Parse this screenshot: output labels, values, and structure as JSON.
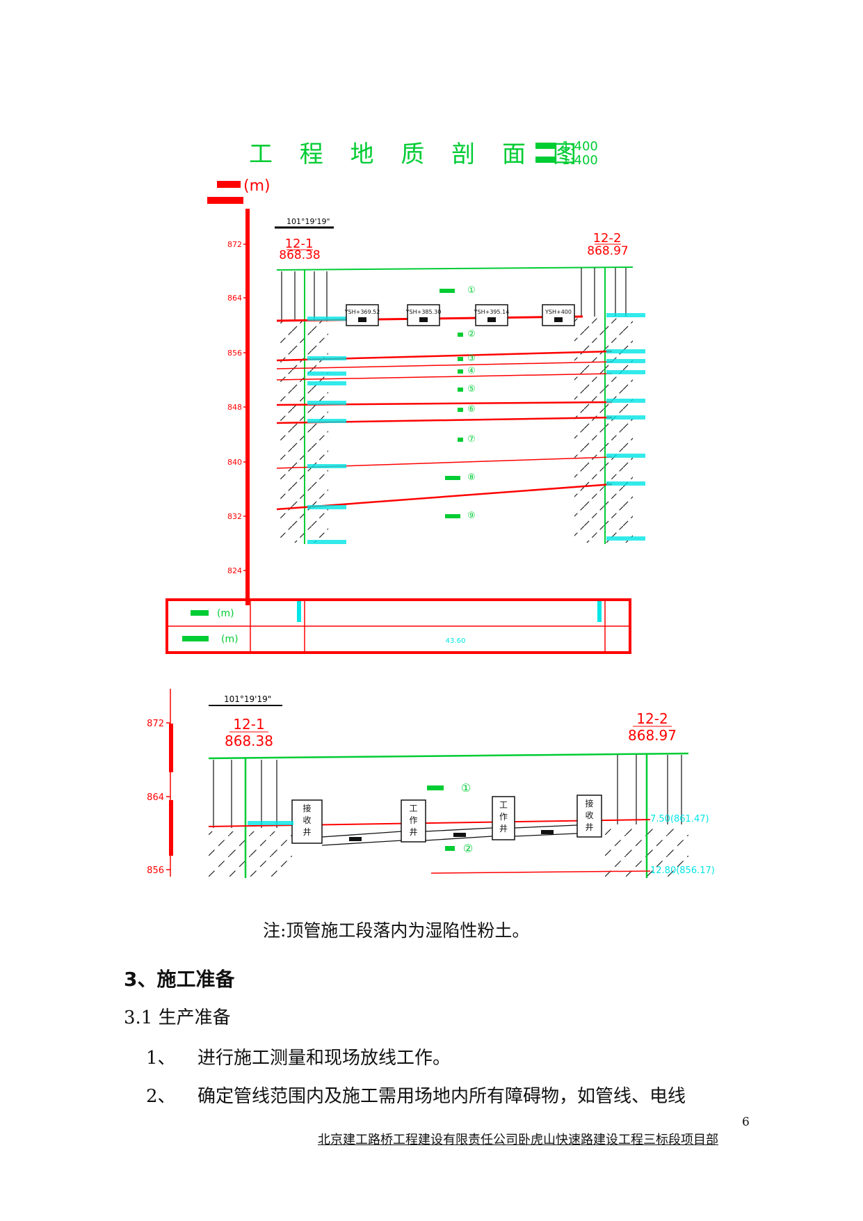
{
  "figure1": {
    "title": "工 程 地 质 剖 面 图",
    "scale_h": "1:400",
    "scale_v": "1:400",
    "elev_label": "(m)",
    "angle": "101°19'19\"",
    "bh_left_id": "12-1",
    "bh_left_elev": "868.38",
    "bh_right_id": "12-2",
    "bh_right_elev": "868.97",
    "axis_ticks": [
      "872",
      "864",
      "856",
      "848",
      "840",
      "832",
      "824"
    ],
    "pits": [
      "YSH+369.52",
      "YSH+385.30",
      "YSH+395.14",
      "YSH+400"
    ],
    "layers": [
      "①",
      "②",
      "③",
      "④",
      "⑤",
      "⑥",
      "⑦",
      "⑧",
      "⑨"
    ],
    "table_row1": "(m)",
    "table_row2": "(m)",
    "table_dist": "43.60"
  },
  "figure2": {
    "angle": "101°19'19\"",
    "bh_left_id": "12-1",
    "bh_left_elev": "868.38",
    "bh_right_id": "12-2",
    "bh_right_elev": "868.97",
    "axis_ticks": [
      "872",
      "864",
      "856"
    ],
    "layer_top": "①",
    "layer_2": "②",
    "right_depth1": "7.50(861.47)",
    "right_depth2": "12.80(856.17)",
    "well_labels": [
      "接收井",
      "工作井",
      "工作井",
      "接收井"
    ]
  },
  "note": "注:顶管施工段落内为湿陷性粉土。",
  "section3": "3、施工准备",
  "section31": "3.1 生产准备",
  "item1_num": "1、",
  "item1_text": "进行施工测量和现场放线工作。",
  "item2_num": "2、",
  "item2_text": "确定管线范围内及施工需用场地内所有障碍物，如管线、电线",
  "page_number": "6",
  "footer": "北京建工路桥工程建设有限责任公司卧虎山快速路建设工程三标段项目部",
  "colors": {
    "red": "#ff0000",
    "green": "#00cc33",
    "cyan": "#00e5e5",
    "black": "#111111"
  }
}
